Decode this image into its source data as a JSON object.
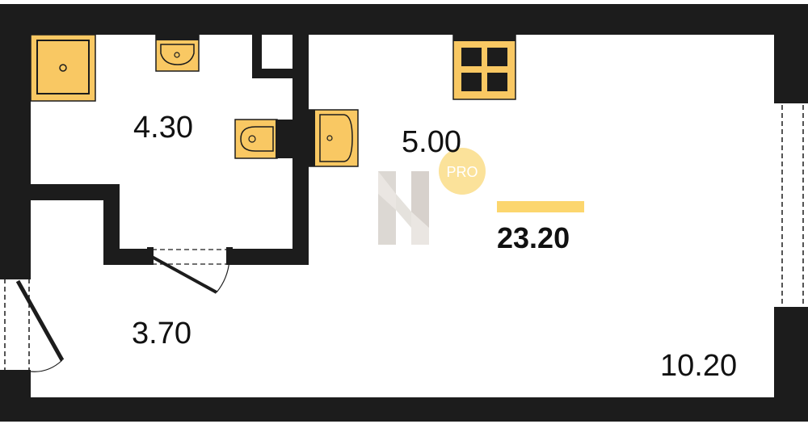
{
  "rooms": {
    "bathroom_area": "4.30",
    "kitchen_area": "5.00",
    "hallway_area": "3.70",
    "living_area": "10.20"
  },
  "total": {
    "area": "23.20"
  },
  "badge": {
    "text": "PRO"
  },
  "colors": {
    "wall": "#1c1c1c",
    "fixture_fill": "#f9c863",
    "fixture_stroke": "#1c1c1c",
    "total_bar": "#fcd66e",
    "badge": "#fbe29a",
    "watermark": "#d9d4cf"
  }
}
